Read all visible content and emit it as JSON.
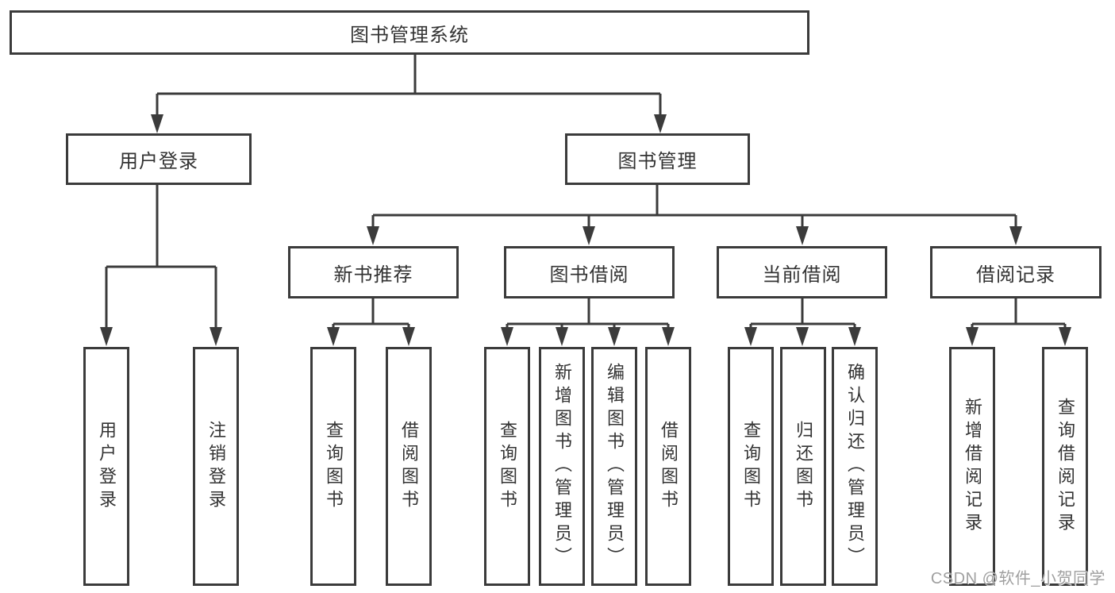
{
  "colors": {
    "line": "#3b3b3b",
    "box_border": "#3b3b3b",
    "box_fill": "#ffffff",
    "text": "#333333",
    "watermark": "#a0a0a0"
  },
  "tree": {
    "root": "图书管理系统",
    "branches": [
      {
        "label": "用户登录",
        "leaves": [
          {
            "label": "用户登录"
          },
          {
            "label": "注销登录"
          }
        ]
      },
      {
        "label": "图书管理",
        "groups": [
          {
            "label": "新书推荐",
            "leaves": [
              {
                "label": "查询图书"
              },
              {
                "label": "借阅图书"
              }
            ]
          },
          {
            "label": "图书借阅",
            "leaves": [
              {
                "label": "查询图书"
              },
              {
                "label": "新增图书（管理员）"
              },
              {
                "label": "编辑图书（管理员）"
              },
              {
                "label": "借阅图书"
              }
            ]
          },
          {
            "label": "当前借阅",
            "leaves": [
              {
                "label": "查询图书"
              },
              {
                "label": "归还图书"
              },
              {
                "label": "确认归还（管理员）"
              }
            ]
          },
          {
            "label": "借阅记录",
            "leaves": [
              {
                "label": "新增借阅记录"
              },
              {
                "label": "查询借阅记录"
              }
            ]
          }
        ]
      }
    ]
  },
  "watermark": {
    "text": "CSDN @软件_小贺同学"
  }
}
